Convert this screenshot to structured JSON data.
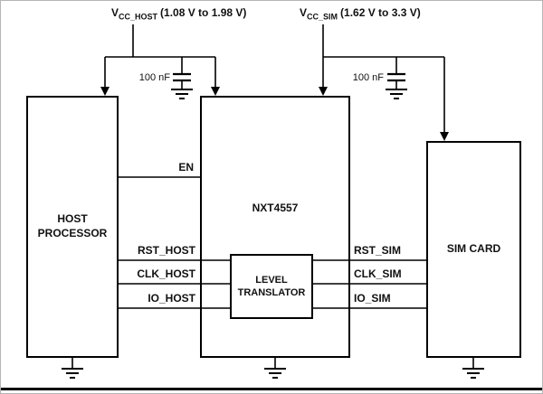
{
  "diagram": {
    "power_rails": {
      "host": {
        "symbol": "V",
        "subscript": "CC_HOST",
        "range": "(1.08 V to 1.98 V)"
      },
      "sim": {
        "symbol": "V",
        "subscript": "CC_SIM",
        "range": "(1.62 V to 3.3 V)"
      }
    },
    "capacitors": {
      "host": "100 nF",
      "sim": "100 nF"
    },
    "blocks": {
      "host_processor": "HOST PROCESSOR",
      "translator_chip": "NXT4557",
      "level_translator": "LEVEL TRANSLATOR",
      "sim_card": "SIM CARD"
    },
    "signals": {
      "enable": "EN",
      "host_side": [
        "RST_HOST",
        "CLK_HOST",
        "IO_HOST"
      ],
      "sim_side": [
        "RST_SIM",
        "CLK_SIM",
        "IO_SIM"
      ]
    },
    "colors": {
      "wire": "#000000",
      "background": "#ffffff"
    }
  }
}
